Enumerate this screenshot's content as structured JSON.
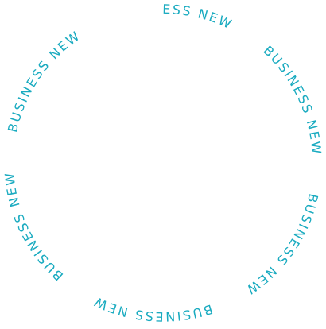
{
  "logo": {
    "color": "#1aabc0",
    "segments": [
      {
        "text": "BUSINESS NEW"
      },
      {
        "text": "BUSINESS NEW"
      },
      {
        "text": "BUSINESS NEW"
      },
      {
        "text": "BUSINESS NEW"
      },
      {
        "text": "BUSINESS NEW"
      },
      {
        "text": "BUSINESS NEW"
      }
    ]
  }
}
